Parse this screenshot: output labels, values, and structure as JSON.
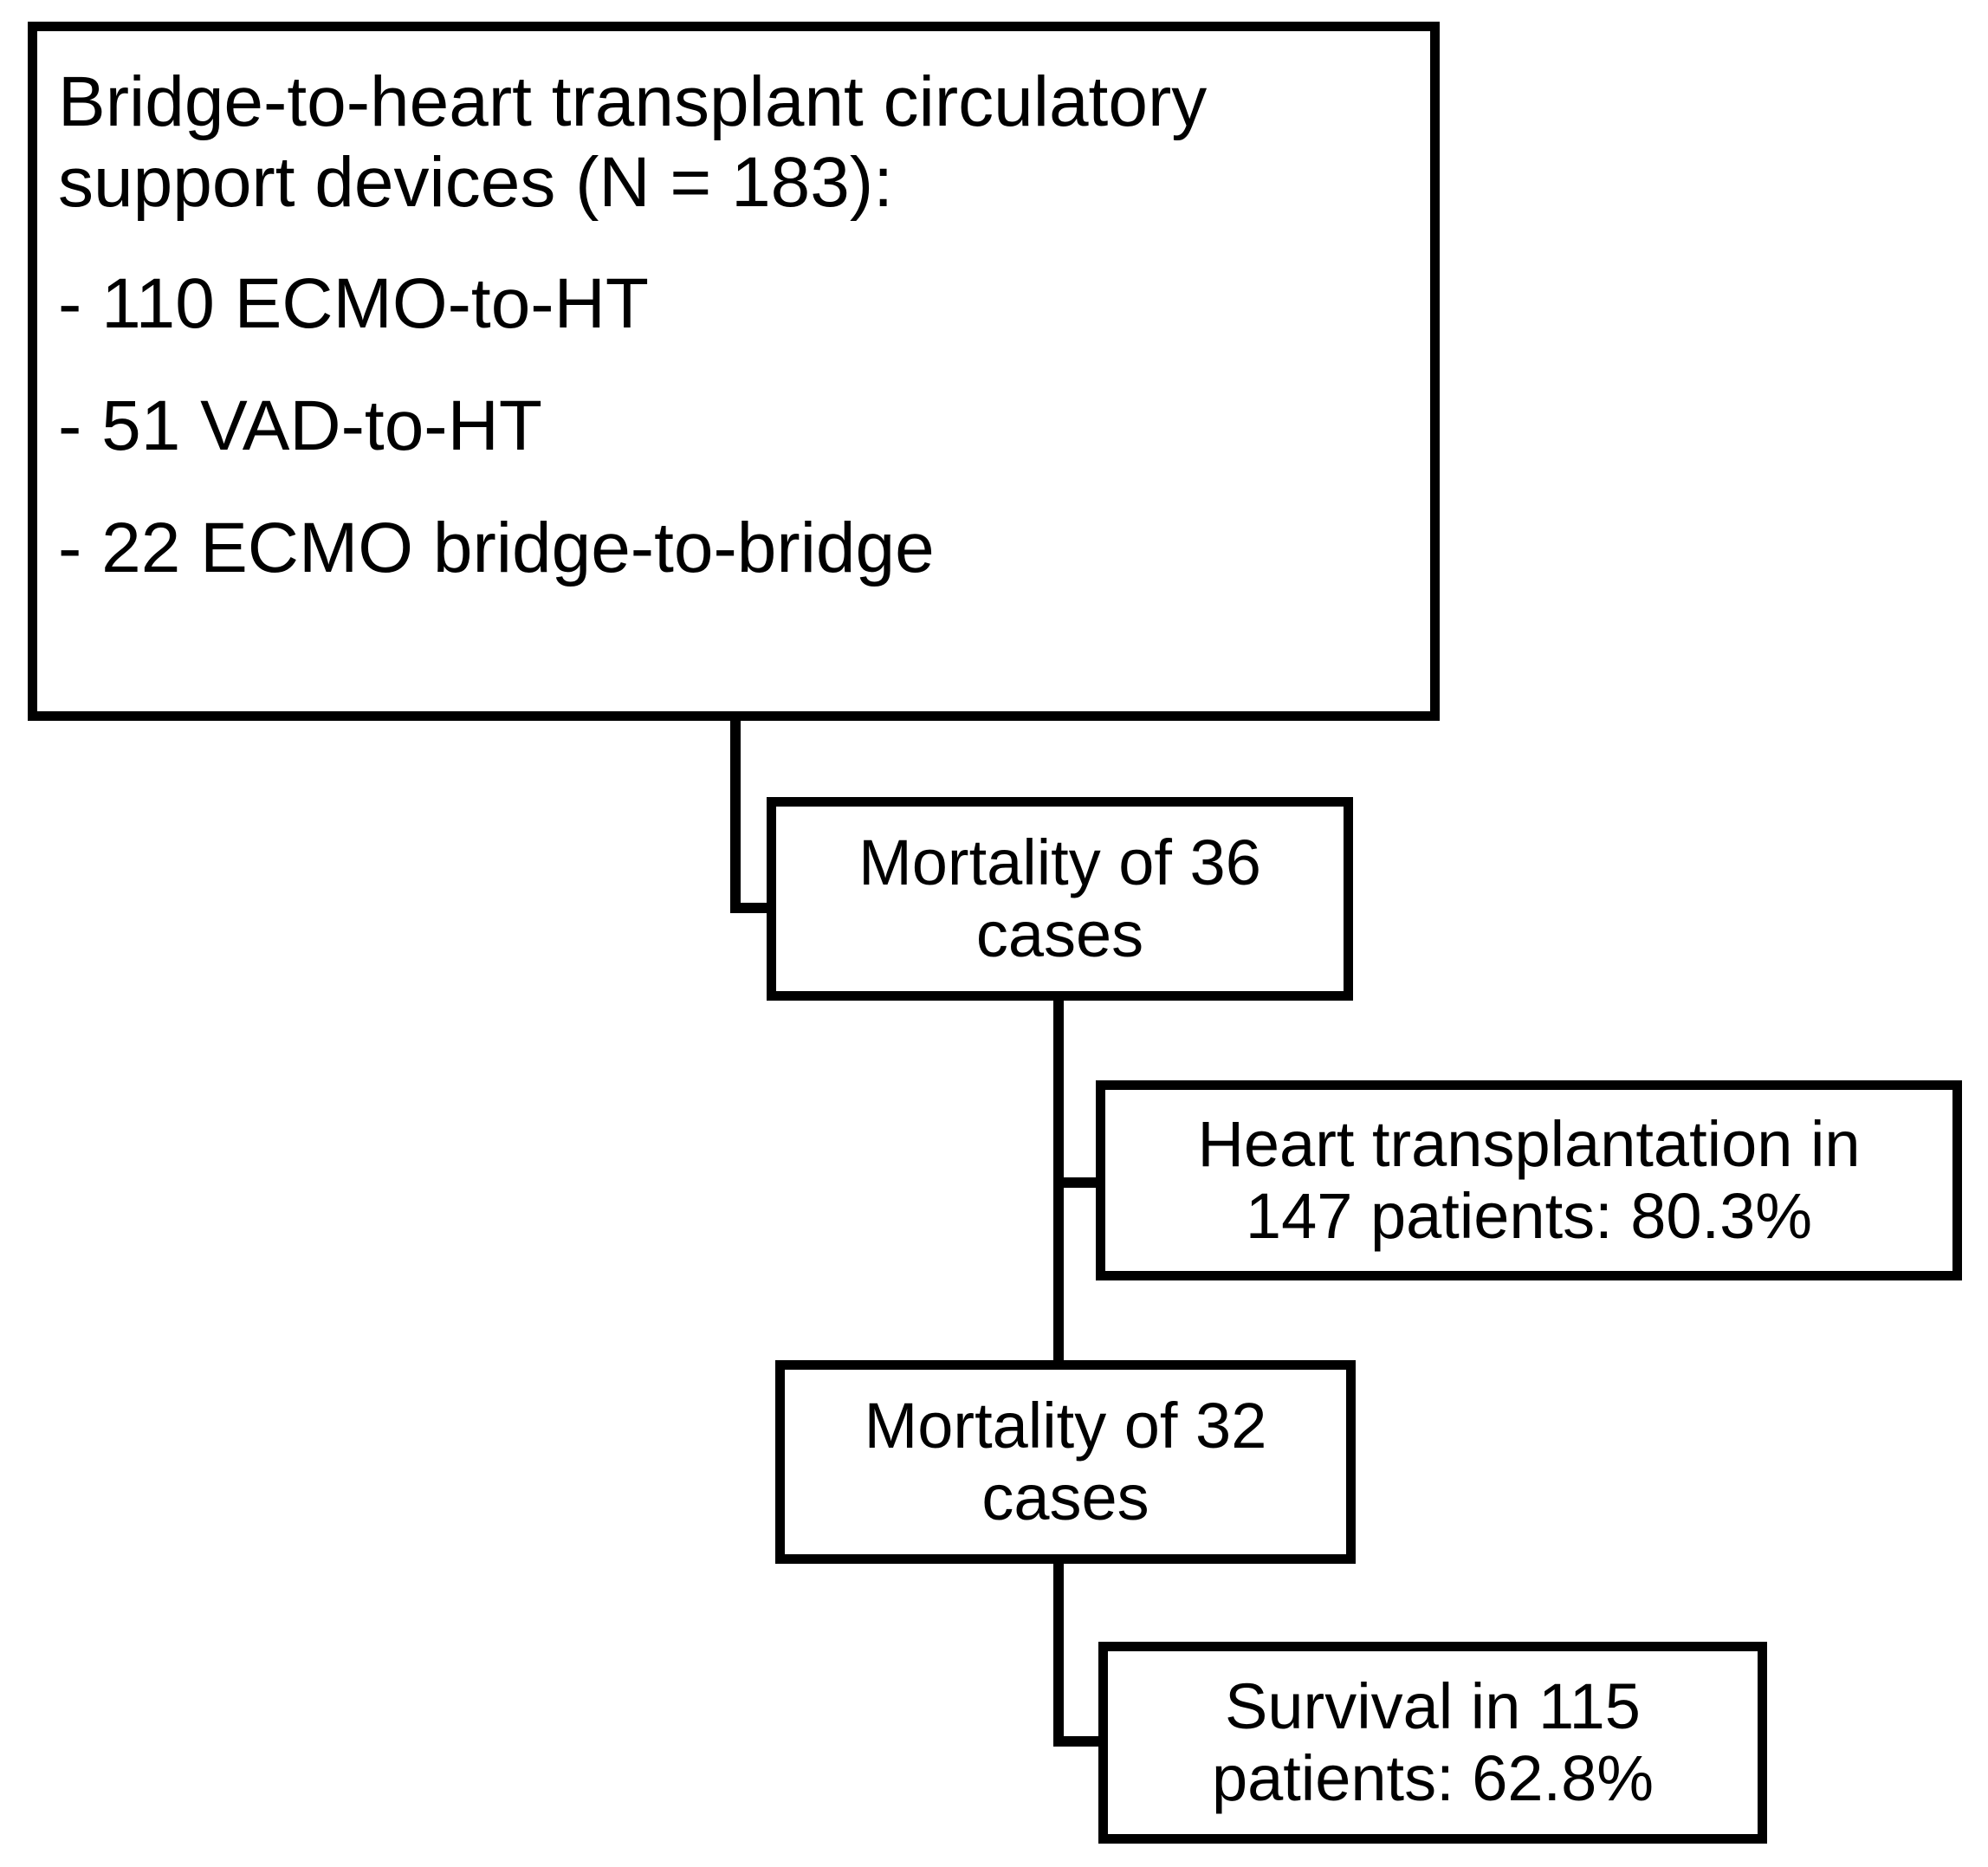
{
  "diagram": {
    "title": "Bridge-to-heart transplant circulatory support outcomes flowchart",
    "type": "flowchart",
    "stroke_color": "#000000",
    "background_color": "#ffffff",
    "nodes": {
      "root": {
        "heading_line_1": "Bridge-to-heart transplant circulatory",
        "heading_line_2": "support devices (N = 183):",
        "bullet_1": "- 110 ECMO-to-HT",
        "bullet_2": "- 51 VAD-to-HT",
        "bullet_3": "- 22 ECMO bridge-to-bridge",
        "total_n": "183",
        "ecmo_to_ht": "110",
        "vad_to_ht": "51",
        "ecmo_bridge_to_bridge": "22"
      },
      "mortality_36": {
        "line_1": "Mortality of 36",
        "line_2": "cases",
        "count": "36"
      },
      "heart_transplantation": {
        "line_1": "Heart transplantation in",
        "line_2": "147 patients: 80.3%",
        "count": "147",
        "percent": "80.3%"
      },
      "mortality_32": {
        "line_1": "Mortality of 32",
        "line_2": "cases",
        "count": "32"
      },
      "survival": {
        "line_1": "Survival in 115",
        "line_2": "patients: 62.8%",
        "count": "115",
        "percent": "62.8%"
      }
    },
    "edges": [
      {
        "from": "root",
        "to": "mortality_36"
      },
      {
        "from": "mortality_36",
        "to": "heart_transplantation"
      },
      {
        "from": "heart_transplantation",
        "to": "mortality_32"
      },
      {
        "from": "mortality_32",
        "to": "survival"
      }
    ]
  }
}
